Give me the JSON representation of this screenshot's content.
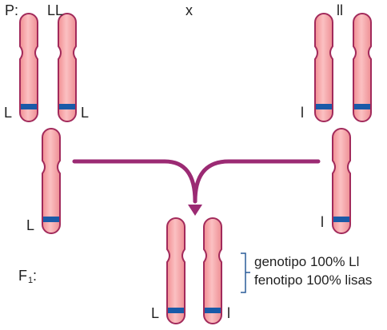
{
  "labels": {
    "parent_generation": "P:",
    "parent_left_genotype": "LL",
    "cross_symbol": "x",
    "parent_right_genotype": "ll",
    "allele_dominant": "L",
    "allele_recessive": "l",
    "f1_main": "F",
    "f1_sub": "1",
    "f1_colon": ":"
  },
  "f1_info": {
    "genotype": "genotipo 100% Ll",
    "phenotype": "fenotipo 100% lisas"
  },
  "colors": {
    "chromosome_fill": "#f7a5a8",
    "chromosome_outline": "#a22a5b",
    "band": "#1a5aa8",
    "arrow": "#9b2a73",
    "bracket": "#2a5c98"
  }
}
